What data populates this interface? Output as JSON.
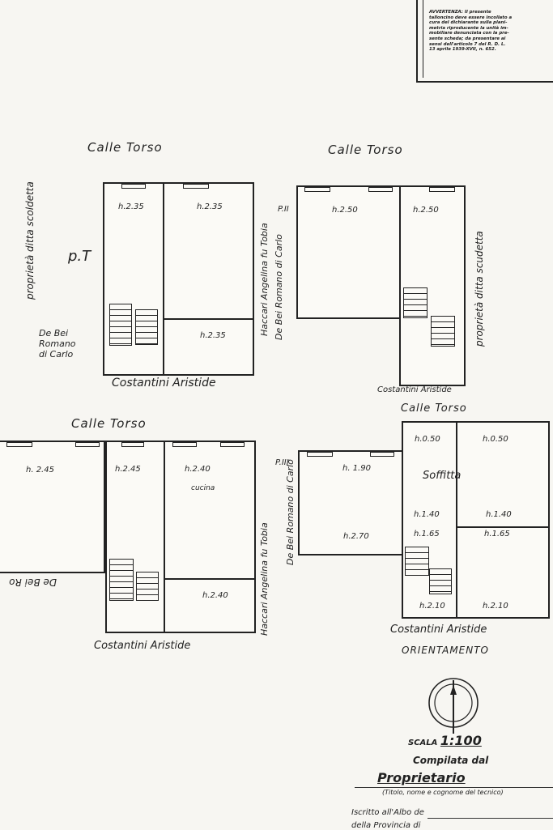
{
  "notice": {
    "title": "AVVERTENZA:",
    "lines": [
      "Il presente",
      "talloncino deve essere incollato a",
      "cura del dichiarante sulla plani-",
      "metria riproducente la unità im-",
      "mobiliare denunciata con la pre-",
      "sente scheda; da presentare ai",
      "sensi dell'articolo 7 del R. D. L.",
      "13 aprile 1939-XVII, n. 652."
    ]
  },
  "plans": {
    "top_left": {
      "street": "Calle Torso",
      "floor": "p.T",
      "left_neighbor": "proprietà ditta scoldetta",
      "right_neighbor": "Haccari Angelina fu Tobia",
      "bottom_left": [
        "De Bei",
        "Romano",
        "di Carlo"
      ],
      "bottom": "Costantini Aristide",
      "heights": [
        "h.2.35",
        "h.2.35",
        "h.2.35"
      ]
    },
    "top_right": {
      "street": "Calle Torso",
      "floor": "P.II",
      "left_neighbor": "De Bei Romano di Carlo",
      "right_neighbor": "proprietà ditta scudetta",
      "bottom": "Costantini Aristide",
      "heights": [
        "h.2.50",
        "h.2.50"
      ]
    },
    "bottom_left": {
      "street": "Calle Torso",
      "left_neighbor": "De Bei Ro",
      "right_neighbor": "Haccari Angelina fu Tobia",
      "bottom": "Costantini Aristide",
      "heights": [
        "h. 2.45",
        "h.2.45",
        "h.2.40",
        "h.2.40"
      ],
      "room_note": "cucina"
    },
    "bottom_right": {
      "street": "Calle Torso",
      "floor": "P.III",
      "left_neighbor": "De Bei Romano di Carlo",
      "bottom": "Costantini Aristide",
      "attic": "Soffitta",
      "heights": [
        "h. 1.90",
        "h.2.70",
        "h.0.50",
        "h.0.50",
        "h.1.40",
        "h.1.40",
        "h.1.65",
        "h.1.65",
        "h.2.10",
        "h.2.10"
      ]
    }
  },
  "orientation": "ORIENTAMENTO",
  "scale": {
    "label": "SCALA",
    "value": "1:100"
  },
  "compiled": {
    "label": "Compilata dal",
    "by": "Proprietario",
    "hint": "(Titolo, nome e cognome del tecnico)"
  },
  "registration": {
    "albo": "Iscritto all'Albo de",
    "province": "della Provincia di"
  }
}
